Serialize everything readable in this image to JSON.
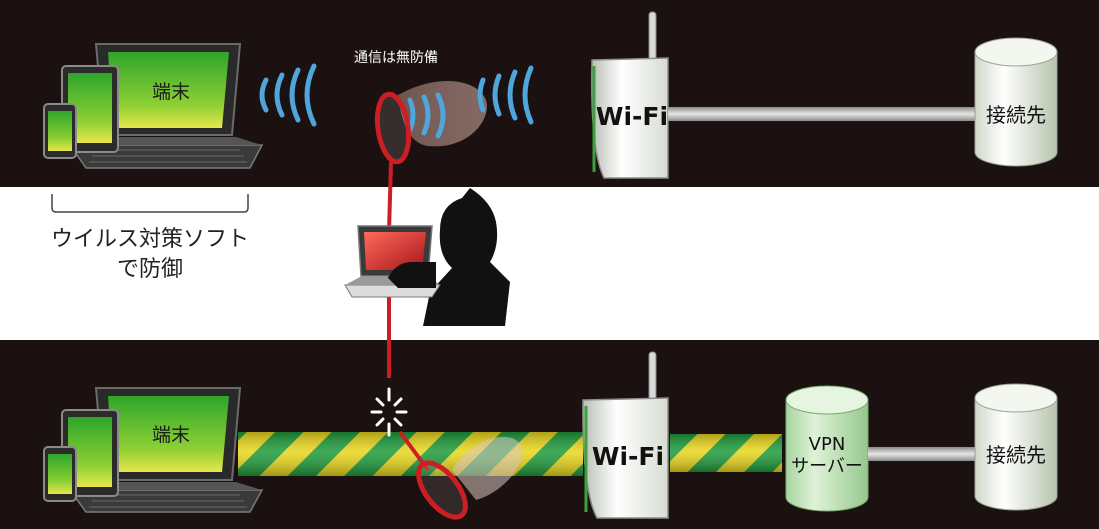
{
  "top_panel": {
    "device_label": "端末",
    "warning_label": "通信は無防備",
    "router_label": "Wi-Fi",
    "destination_label": "接続先"
  },
  "middle": {
    "note_line1": "ウイルス対策ソフト",
    "note_line2": "で防御"
  },
  "bottom_panel": {
    "device_label": "端末",
    "router_label": "Wi-Fi",
    "vpn_label_line1": "VPN",
    "vpn_label_line2": "サーバー",
    "destination_label": "接続先"
  },
  "colors": {
    "panel_bg": "#1b1110",
    "screen_green": "#3fbf2a",
    "tunnel_green": "#1e9a3a",
    "tunnel_yellow": "#e8d61c",
    "net_red": "#cc1f24",
    "signal_blue": "#4fa6dc"
  },
  "icons": [
    "laptop-icon",
    "tablet-icon",
    "phone-icon",
    "wifi-signal-icon",
    "wifi-router-icon",
    "database-icon",
    "butterfly-net-icon",
    "hacker-icon",
    "break-spark-icon",
    "vpn-tunnel-icon"
  ]
}
